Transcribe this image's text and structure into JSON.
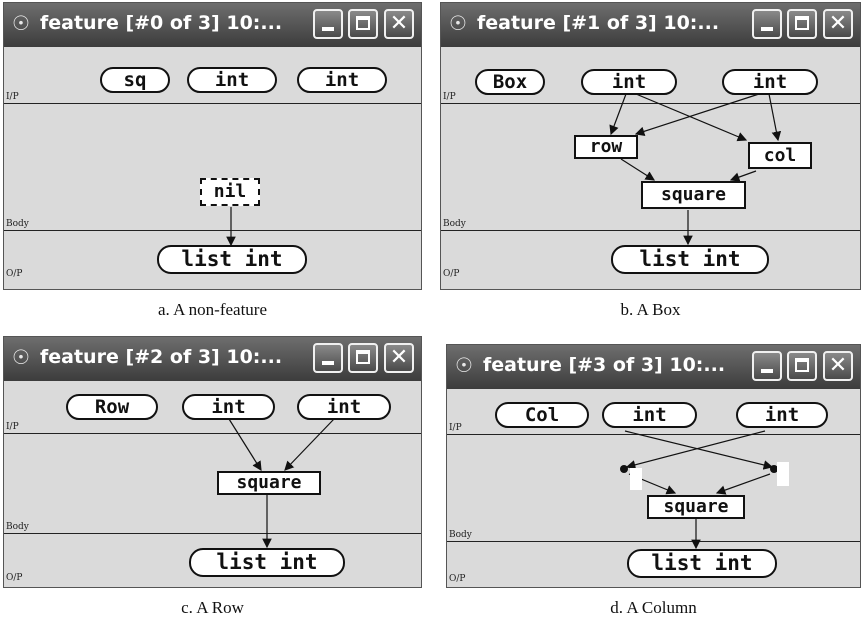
{
  "windows": [
    {
      "title": "feature [#0 of 3]  10:...",
      "sections": {
        "input": "I/P",
        "body": "Body",
        "output": "O/P"
      },
      "inputs": [
        "sq",
        "int",
        "int"
      ],
      "body_nodes": [
        "nil"
      ],
      "output": "list int",
      "caption": "a. A non-feature"
    },
    {
      "title": "feature [#1 of 3]  10:...",
      "sections": {
        "input": "I/P",
        "body": "Body",
        "output": "O/P"
      },
      "inputs": [
        "Box",
        "int",
        "int"
      ],
      "body_nodes": [
        "row",
        "col",
        "square"
      ],
      "output": "list int",
      "caption": "b. A Box"
    },
    {
      "title": "feature [#2 of 3]  10:...",
      "sections": {
        "input": "I/P",
        "body": "Body",
        "output": "O/P"
      },
      "inputs": [
        "Row",
        "int",
        "int"
      ],
      "body_nodes": [
        "square"
      ],
      "output": "list int",
      "caption": "c. A Row"
    },
    {
      "title": "feature [#3 of 3]  10:...",
      "sections": {
        "input": "I/P",
        "body": "Body",
        "output": "O/P"
      },
      "inputs": [
        "Col",
        "int",
        "int"
      ],
      "body_nodes": [
        "square"
      ],
      "output": "list int",
      "caption": "d. A Column"
    }
  ]
}
